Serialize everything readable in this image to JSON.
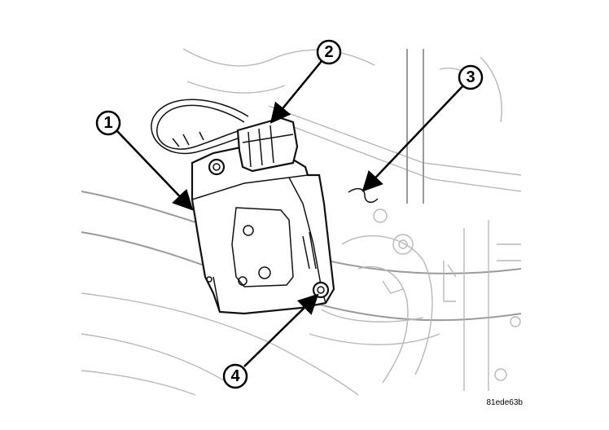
{
  "callouts": [
    {
      "label": "1"
    },
    {
      "label": "2"
    },
    {
      "label": "3"
    },
    {
      "label": "4"
    }
  ],
  "figure_code": "81ede63b",
  "colors": {
    "line": "#111111",
    "background_lines": "#b8b8b8",
    "callout_fill": "#ffffff"
  }
}
